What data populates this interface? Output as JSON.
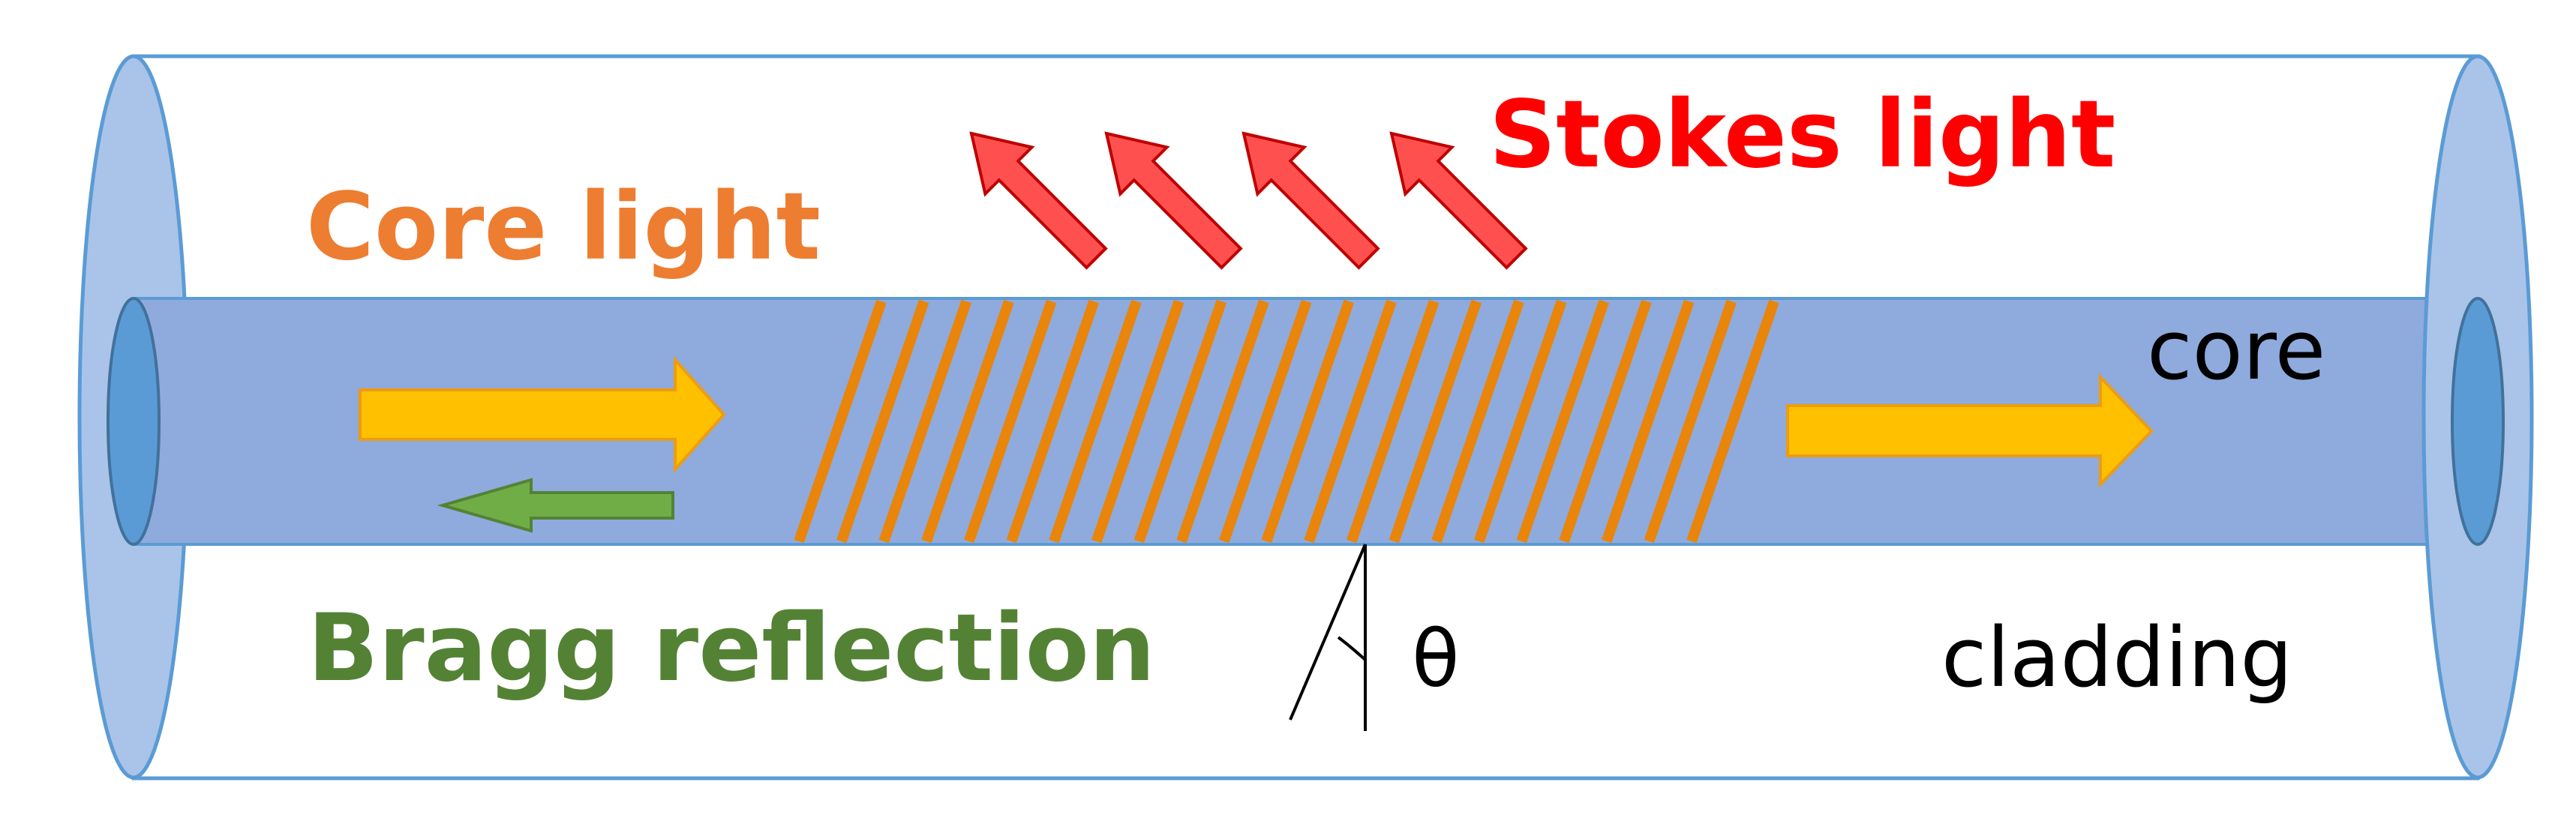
{
  "labels": {
    "stokes_light": "Stokes light",
    "core_light": "Core light",
    "bragg_reflection": "Bragg reflection",
    "core": "core",
    "cladding": "cladding",
    "theta": "θ"
  },
  "colors": {
    "stokes_text": "#ff0000",
    "core_light_text": "#ed7d31",
    "bragg_text": "#548235",
    "plain_text": "#000000",
    "cladding_fill": "#ffffff",
    "cladding_outline": "#5b9bd5",
    "end_cap_fill": "#a9c4e8",
    "core_fill": "#8faadc",
    "core_end_fill": "#5b9bd5",
    "grating_line": "#e8850a",
    "forward_arrow": "#ffc000",
    "forward_arrow_outline": "#ed9c12",
    "bragg_arrow": "#70ad47",
    "stokes_arrow": "#ff5050",
    "stokes_arrow_outline": "#c00000"
  },
  "grating": {
    "line_count": 22
  }
}
